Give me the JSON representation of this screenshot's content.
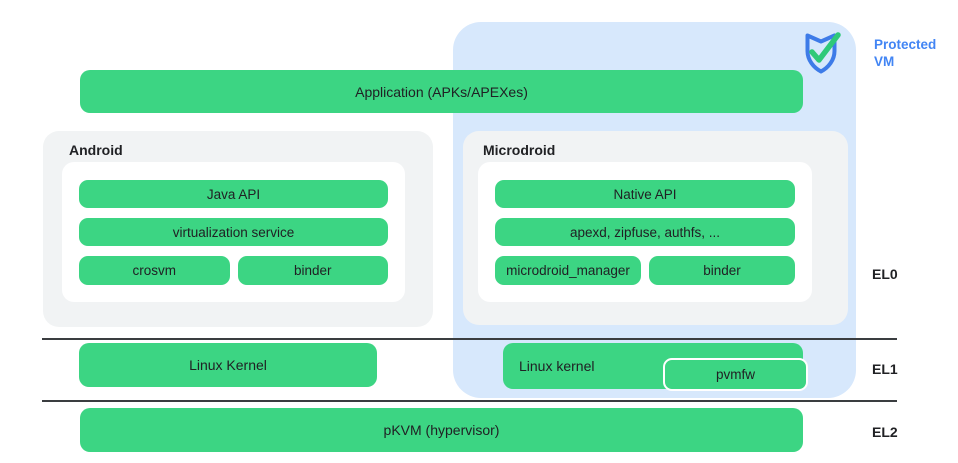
{
  "colors": {
    "green": "#3CD583",
    "light_blue": "#D7E8FC",
    "panel_gray": "#F1F3F4",
    "blue_text": "#4285F4",
    "shield_blue": "#3D7BE8",
    "check_green": "#2FC979",
    "line_dark": "#3A3D40",
    "text_dark": "#202124"
  },
  "protected_vm": {
    "label": "Protected VM"
  },
  "application": {
    "label": "Application (APKs/APEXes)"
  },
  "android": {
    "title": "Android",
    "rows": [
      "Java API",
      "virtualization service"
    ],
    "split": [
      "crosvm",
      "binder"
    ]
  },
  "microdroid": {
    "title": "Microdroid",
    "rows": [
      "Native API",
      "apexd, zipfuse, authfs, ..."
    ],
    "split": [
      "microdroid_manager",
      "binder"
    ]
  },
  "el1": {
    "left_kernel": "Linux Kernel",
    "right_kernel": "Linux kernel",
    "pvmfw": "pvmfw"
  },
  "el2": {
    "pkvm": "pKVM (hypervisor)"
  },
  "exception_levels": [
    "EL0",
    "EL1",
    "EL2"
  ]
}
